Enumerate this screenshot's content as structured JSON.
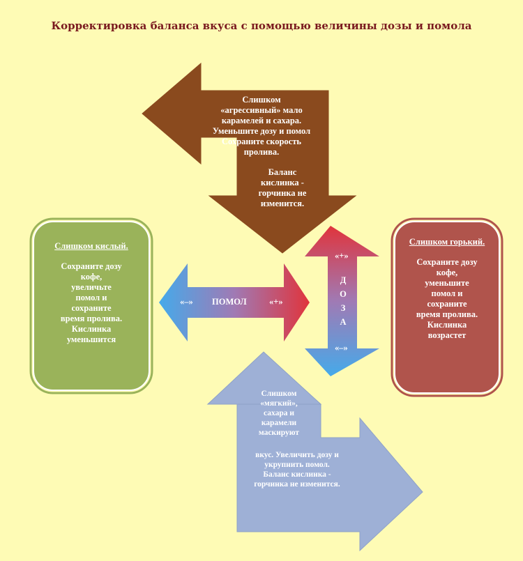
{
  "title": "Корректировка баланса вкуса с помощью величины дозы и помола",
  "colors": {
    "background": "#fefbb5",
    "title": "#7a1a1f",
    "aggressive": "#8a4a1e",
    "sour": "#9ab35a",
    "bitter": "#b0544c",
    "soft": "#9eb0d6",
    "red": "#e0343c",
    "blue": "#45aaea"
  },
  "boxes": {
    "aggressive": {
      "line1": "Слишком",
      "line2": "«агрессивный» мало",
      "line3": "карамелей и сахара.",
      "line4": "Уменьшите дозу и помол",
      "line5": "Сохраните скорость",
      "line6": "пролива.",
      "line7": "Баланс",
      "line8": "кислинка -",
      "line9": "горчинка не",
      "line10": "изменится."
    },
    "sour": {
      "header": "Слишком кислый.",
      "line1": "Сохраните дозу",
      "line2": "кофе,",
      "line3": "увеличьте",
      "line4": "помол и",
      "line5": "сохраните",
      "line6": "время пролива.",
      "line7": "Кислинка",
      "line8": "уменьшится"
    },
    "bitter": {
      "header": "Слишком горький.",
      "line1": "Сохраните дозу",
      "line2": "кофе,",
      "line3": "уменьшите",
      "line4": "помол и",
      "line5": "сохраните",
      "line6": "время пролива.",
      "line7": "Кислинка",
      "line8": "возрастет"
    },
    "soft": {
      "line1": "Слишком",
      "line2": "«мягкий»,",
      "line3": "сахара и",
      "line4": "карамели",
      "line5": "маскируют",
      "line6": "вкус. Увеличить дозу и",
      "line7": "укрупнить помол.",
      "line8": "Баланс кислинка -",
      "line9": "горчинка не изменится."
    }
  },
  "grind": {
    "minus": "«–»",
    "label": "ПОМОЛ",
    "plus": "«+»"
  },
  "dose": {
    "plus": "«+»",
    "letters": [
      "Д",
      "О",
      "З",
      "А"
    ],
    "minus": "«–»"
  }
}
